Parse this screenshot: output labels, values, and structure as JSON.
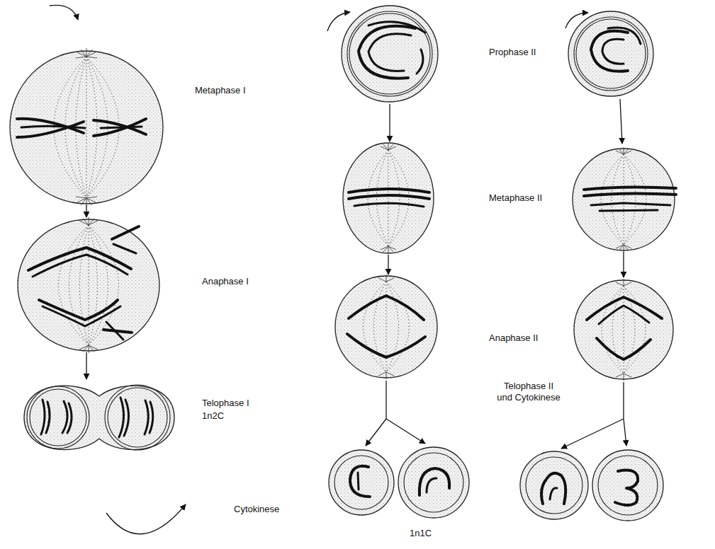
{
  "diagram": {
    "labels": [
      "Metaphase I",
      "Anaphase I",
      "Telophase I",
      "1n2C",
      "Cytokinese",
      "Prophase II",
      "Metaphase II",
      "Anaphase II",
      "Telophase II und Cytokinese",
      "1n1C"
    ]
  }
}
